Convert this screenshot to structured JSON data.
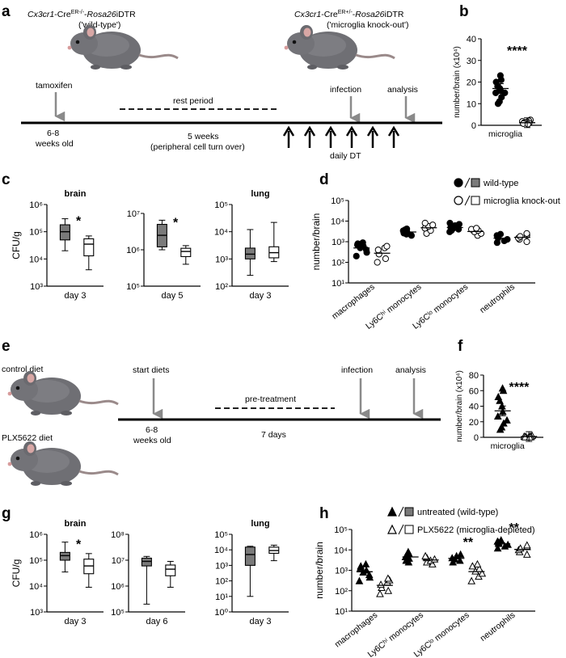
{
  "panel_labels": [
    "a",
    "b",
    "c",
    "d",
    "e",
    "f",
    "g",
    "h"
  ],
  "a": {
    "wt_mouse_title_italic": "Cx3cr1",
    "wt_mouse_title_mid": "-Cre",
    "wt_mouse_title_sup": "ER-/-",
    "wt_mouse_title_end": "Rosa26",
    "wt_mouse_title_tail": "iDTR",
    "wt_mouse_sub": "('wild-type')",
    "ko_mouse_title_italic": "Cx3cr1",
    "ko_mouse_title_mid": "-Cre",
    "ko_mouse_title_sup": "ER+/-",
    "ko_mouse_title_end": "Rosa26",
    "ko_mouse_title_tail": "iDTR",
    "ko_mouse_sub": "('microglia knock-out')",
    "tamoxifen": "tamoxifen",
    "rest_period": "rest period",
    "infection": "infection",
    "analysis": "analysis",
    "age_1": "6-8",
    "age_2": "weeks old",
    "duration_1": "5 weeks",
    "duration_2": "(peripheral cell turn over)",
    "daily_dt": "daily DT"
  },
  "e": {
    "control_diet": "control diet",
    "plx_diet": "PLX5622 diet",
    "start_diets": "start diets",
    "pretreatment": "pre-treatment",
    "infection": "infection",
    "analysis": "analysis",
    "age_1": "6-8",
    "age_2": "weeks old",
    "duration": "7 days"
  },
  "chart_data": [
    {
      "panel": "b",
      "type": "scatter",
      "ylabel": "number/brain (x10⁴)",
      "ylim": [
        0,
        40
      ],
      "yticks": [
        0,
        10,
        20,
        30,
        40
      ],
      "categories": [
        "microglia"
      ],
      "series": [
        {
          "name": "wild-type",
          "values": [
            23,
            21,
            20,
            18,
            17,
            16,
            15,
            15,
            13,
            11,
            10
          ],
          "mean": 17
        },
        {
          "name": "microglia knock-out",
          "values": [
            2.5,
            2,
            1.8,
            1.5,
            1.2,
            1,
            0.8,
            0.5
          ],
          "mean": 1.2
        }
      ],
      "annotation": "****"
    },
    {
      "panel": "c",
      "type": "box",
      "title": "brain",
      "ylabel": "CFU/g",
      "category": "day 3",
      "ylim_exp": [
        3,
        6
      ],
      "yticks": [
        "10³",
        "10⁴",
        "10⁵",
        "10⁶"
      ],
      "groups": [
        {
          "name": "wild-type",
          "min": 20000,
          "q1": 50000,
          "median": 100000,
          "q3": 180000,
          "max": 300000
        },
        {
          "name": "microglia knock-out",
          "min": 4000,
          "q1": 13000,
          "median": 35000,
          "q3": 55000,
          "max": 70000
        }
      ],
      "annotation": "*"
    },
    {
      "panel": "c",
      "type": "box",
      "category": "day 5",
      "ylim_exp": [
        5,
        7
      ],
      "yticks": [
        "10⁵",
        "10⁶",
        "10⁷"
      ],
      "groups": [
        {
          "name": "wild-type",
          "min": 1000000,
          "q1": 1200000,
          "median": 2500000,
          "q3": 5000000,
          "max": 6500000
        },
        {
          "name": "microglia knock-out",
          "min": 400000,
          "q1": 650000,
          "median": 900000,
          "q3": 1100000,
          "max": 1300000
        }
      ],
      "annotation": "*"
    },
    {
      "panel": "c",
      "type": "box",
      "title": "lung",
      "category": "day 3",
      "ylim_exp": [
        2,
        5
      ],
      "yticks": [
        "10²",
        "10³",
        "10⁴",
        "10⁵"
      ],
      "groups": [
        {
          "name": "wild-type",
          "min": 250,
          "q1": 1000,
          "median": 1500,
          "q3": 2500,
          "max": 12000
        },
        {
          "name": "microglia knock-out",
          "min": 800,
          "q1": 1100,
          "median": 1700,
          "q3": 2800,
          "max": 22000
        }
      ]
    },
    {
      "panel": "d",
      "type": "scatter",
      "ylabel": "number/brain",
      "ylim_exp": [
        1,
        5
      ],
      "yticks": [
        "10¹",
        "10²",
        "10³",
        "10⁴",
        "10⁵"
      ],
      "categories": [
        "macrophages",
        "Ly6Cʰⁱ monocytes",
        "Ly6Cˡᵒ monocytes",
        "neutrophils"
      ],
      "legend": [
        {
          "symbol": "●/■",
          "label": "wild-type"
        },
        {
          "symbol": "○/□",
          "label": "microglia knock-out"
        }
      ],
      "series": [
        {
          "name": "wild-type",
          "values": [
            [
              200,
              300,
              400,
              500,
              600,
              700,
              800,
              900
            ],
            [
              2000,
              2300,
              2600,
              3000,
              3400,
              3800,
              4200
            ],
            [
              3000,
              3500,
              4000,
              4500,
              5000,
              6000,
              7000,
              8000
            ],
            [
              900,
              1100,
              1300,
              1500,
              1800,
              2000,
              2300
            ]
          ]
        },
        {
          "name": "microglia knock-out",
          "values": [
            [
              100,
              150,
              250,
              400,
              500,
              600
            ],
            [
              2500,
              3500,
              4500,
              5500,
              6500,
              8000
            ],
            [
              2000,
              2500,
              3000,
              3500,
              4000,
              4500
            ],
            [
              1000,
              1300,
              1500,
              1800,
              2100,
              2500
            ]
          ]
        }
      ]
    },
    {
      "panel": "f",
      "type": "scatter",
      "ylabel": "number/brain (x10⁴)",
      "ylim": [
        0,
        80
      ],
      "yticks": [
        0,
        20,
        40,
        60,
        80
      ],
      "categories": [
        "microglia"
      ],
      "series": [
        {
          "name": "untreated (wild-type)",
          "values": [
            63,
            60,
            52,
            47,
            40,
            33,
            27,
            22,
            18,
            13,
            10
          ],
          "mean": 34
        },
        {
          "name": "PLX5622 (microglia-depleted)",
          "values": [
            2,
            1.5,
            1.2,
            1,
            0.8,
            0.5,
            0.3,
            0.2
          ],
          "mean": 1
        }
      ],
      "annotation": "****"
    },
    {
      "panel": "g",
      "type": "box",
      "title": "brain",
      "ylabel": "CFU/g",
      "category": "day 3",
      "ylim_exp": [
        3,
        6
      ],
      "yticks": [
        "10³",
        "10⁴",
        "10⁵",
        "10⁶"
      ],
      "groups": [
        {
          "name": "untreated (wild-type)",
          "min": 35000,
          "q1": 100000,
          "median": 150000,
          "q3": 200000,
          "max": 500000
        },
        {
          "name": "PLX5622 (microglia-depleted)",
          "min": 9000,
          "q1": 30000,
          "median": 60000,
          "q3": 110000,
          "max": 180000
        }
      ],
      "annotation": "*"
    },
    {
      "panel": "g",
      "type": "box",
      "category": "day 6",
      "ylim_exp": [
        5,
        8
      ],
      "yticks": [
        "10⁵",
        "10⁶",
        "10⁷",
        "10⁸"
      ],
      "groups": [
        {
          "name": "untreated (wild-type)",
          "min": 200000,
          "q1": 6000000,
          "median": 9000000,
          "q3": 12000000,
          "max": 14000000
        },
        {
          "name": "PLX5622 (microglia-depleted)",
          "min": 900000,
          "q1": 2500000,
          "median": 4500000,
          "q3": 6500000,
          "max": 9000000
        }
      ]
    },
    {
      "panel": "g",
      "type": "box",
      "title": "lung",
      "category": "day 3",
      "ylim_exp": [
        0,
        5
      ],
      "yticks": [
        "10⁰",
        "10¹",
        "10²",
        "10³",
        "10⁴",
        "10⁵"
      ],
      "groups": [
        {
          "name": "untreated (wild-type)",
          "min": 10,
          "q1": 1000,
          "median": 5000,
          "q3": 15000,
          "max": 17000
        },
        {
          "name": "PLX5622 (microglia-depleted)",
          "min": 2000,
          "q1": 6000,
          "median": 9000,
          "q3": 15000,
          "max": 20000
        }
      ]
    },
    {
      "panel": "h",
      "type": "scatter",
      "ylabel": "number/brain",
      "ylim_exp": [
        1,
        5
      ],
      "yticks": [
        "10¹",
        "10²",
        "10³",
        "10⁴",
        "10⁵"
      ],
      "categories": [
        "macrophages",
        "Ly6Cʰⁱ monocytes",
        "Ly6Cˡᵒ monocytes",
        "neutrophils"
      ],
      "legend": [
        {
          "symbol": "▲/■",
          "label": "untreated (wild-type)"
        },
        {
          "symbol": "△/□",
          "label": "PLX5622 (microglia-depleted)"
        }
      ],
      "series": [
        {
          "name": "untreated (wild-type)",
          "values": [
            [
              300,
              450,
              600,
              800,
              1000,
              1300,
              1600,
              2000
            ],
            [
              2500,
              3000,
              3800,
              4500,
              5500,
              6500,
              8000
            ],
            [
              2500,
              3000,
              3500,
              4000,
              5000,
              6000
            ],
            [
              12000,
              15000,
              18000,
              20000,
              23000,
              26000,
              30000
            ]
          ]
        },
        {
          "name": "PLX5622 (microglia-depleted)",
          "values": [
            [
              70,
              100,
              140,
              200,
              260,
              330,
              400
            ],
            [
              2000,
              2500,
              3000,
              3500,
              4000,
              5000
            ],
            [
              300,
              500,
              700,
              900,
              1200,
              1600,
              2000
            ],
            [
              6000,
              8000,
              10000,
              12000,
              14000,
              17000
            ]
          ]
        }
      ],
      "annotations": [
        "",
        "",
        "**",
        "**"
      ]
    }
  ]
}
